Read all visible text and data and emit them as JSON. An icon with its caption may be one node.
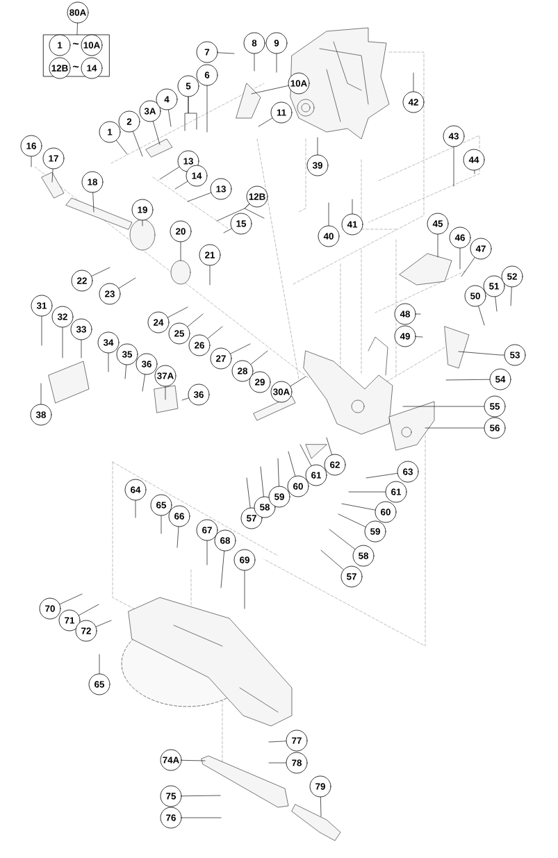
{
  "diagram": {
    "nodes": [
      {
        "text": [
          "80A"
        ]
      },
      {
        "text": [],
        "shape": "box"
      },
      {
        "text": [
          "1"
        ],
        "in": 1
      },
      {
        "text": [
          "10A"
        ],
        "in": 1
      },
      {
        "text": [
          "12B"
        ],
        "in": 1
      },
      {
        "text": [
          "14"
        ],
        "in": 1
      },
      {
        "text": [
          "7"
        ]
      },
      {
        "text": [
          "8"
        ]
      },
      {
        "text": [
          "9"
        ]
      },
      {
        "text": [
          "10A"
        ]
      },
      {
        "text": [
          "11"
        ]
      },
      {
        "text": [
          "1"
        ]
      },
      {
        "text": [
          "2"
        ]
      },
      {
        "text": [
          "3A"
        ]
      },
      {
        "text": [
          "4"
        ]
      },
      {
        "text": [
          "5"
        ]
      },
      {
        "text": [
          "6"
        ]
      },
      {
        "text": [
          "13"
        ]
      },
      {
        "text": [
          "14"
        ]
      },
      {
        "text": [
          "13"
        ]
      },
      {
        "text": [
          "12B"
        ]
      },
      {
        "text": [
          "15"
        ]
      },
      {
        "text": [
          "16"
        ]
      },
      {
        "text": [
          "17"
        ]
      },
      {
        "text": [
          "18"
        ]
      },
      {
        "text": [
          "19"
        ]
      },
      {
        "text": [
          "20"
        ]
      },
      {
        "text": [
          "21"
        ]
      },
      {
        "text": [
          "22"
        ]
      },
      {
        "text": [
          "23"
        ]
      },
      {
        "text": [
          "24"
        ]
      },
      {
        "text": [
          "25"
        ]
      },
      {
        "text": [
          "26"
        ]
      },
      {
        "text": [
          "27"
        ]
      },
      {
        "text": [
          "28"
        ]
      },
      {
        "text": [
          "29"
        ]
      },
      {
        "text": [
          "30A"
        ]
      },
      {
        "text": [
          "31"
        ]
      },
      {
        "text": [
          "32"
        ]
      },
      {
        "text": [
          "33"
        ]
      },
      {
        "text": [
          "34"
        ]
      },
      {
        "text": [
          "35"
        ]
      },
      {
        "text": [
          "36"
        ]
      },
      {
        "text": [
          "37A"
        ]
      },
      {
        "text": [
          "36"
        ]
      },
      {
        "text": [
          "38"
        ]
      },
      {
        "text": [
          "39"
        ]
      },
      {
        "text": [
          "40"
        ]
      },
      {
        "text": [
          "41"
        ]
      },
      {
        "text": [
          "42"
        ]
      },
      {
        "text": [
          "43"
        ]
      },
      {
        "text": [
          "44"
        ]
      },
      {
        "text": [
          "45"
        ]
      },
      {
        "text": [
          "46"
        ]
      },
      {
        "text": [
          "47"
        ]
      },
      {
        "text": [
          "48"
        ]
      },
      {
        "text": [
          "49"
        ]
      },
      {
        "text": [
          "50"
        ]
      },
      {
        "text": [
          "51"
        ]
      },
      {
        "text": [
          "52"
        ]
      },
      {
        "text": [
          "53"
        ]
      },
      {
        "text": [
          "54"
        ]
      },
      {
        "text": [
          "55"
        ]
      },
      {
        "text": [
          "56"
        ]
      },
      {
        "text": [
          "57"
        ]
      },
      {
        "text": [
          "58"
        ]
      },
      {
        "text": [
          "59"
        ]
      },
      {
        "text": [
          "60"
        ]
      },
      {
        "text": [
          "61"
        ]
      },
      {
        "text": [
          "62"
        ]
      },
      {
        "text": [
          "63"
        ]
      },
      {
        "text": [
          "61"
        ]
      },
      {
        "text": [
          "60"
        ]
      },
      {
        "text": [
          "59"
        ]
      },
      {
        "text": [
          "58"
        ]
      },
      {
        "text": [
          "57"
        ]
      },
      {
        "text": [
          "64"
        ]
      },
      {
        "text": [
          "65"
        ]
      },
      {
        "text": [
          "66"
        ]
      },
      {
        "text": [
          "67"
        ]
      },
      {
        "text": [
          "68"
        ]
      },
      {
        "text": [
          "69"
        ]
      },
      {
        "text": [
          "70"
        ]
      },
      {
        "text": [
          "71"
        ]
      },
      {
        "text": [
          "72"
        ]
      },
      {
        "text": [
          "65"
        ]
      },
      {
        "text": [
          "74A"
        ]
      },
      {
        "text": [
          "75"
        ]
      },
      {
        "text": [
          "76"
        ]
      },
      {
        "text": [
          "77"
        ]
      },
      {
        "text": [
          "78"
        ]
      },
      {
        "text": [
          "79"
        ]
      }
    ],
    "edges": [
      {
        "from": 0,
        "to": 1,
        "arrow": "none"
      },
      {
        "from": 6,
        "to": null,
        "arrow": "none"
      },
      {
        "from": 7,
        "to": null,
        "arrow": "none"
      },
      {
        "from": 8,
        "to": null,
        "arrow": "none"
      },
      {
        "from": 9,
        "to": null,
        "arrow": "none"
      },
      {
        "from": 10,
        "to": null,
        "arrow": "none"
      },
      {
        "from": 11,
        "to": null,
        "arrow": "none"
      },
      {
        "from": 12,
        "to": null,
        "arrow": "none"
      },
      {
        "from": 13,
        "to": null,
        "arrow": "none"
      },
      {
        "from": 14,
        "to": null,
        "arrow": "none"
      },
      {
        "from": 15,
        "to": null,
        "arrow": "none"
      },
      {
        "from": 16,
        "to": null,
        "arrow": "none"
      },
      {
        "from": 17,
        "to": null,
        "arrow": "none"
      },
      {
        "from": 18,
        "to": null,
        "arrow": "none"
      },
      {
        "from": 19,
        "to": null,
        "arrow": "none"
      },
      {
        "from": 20,
        "to": null,
        "arrow": "none"
      },
      {
        "from": 21,
        "to": null,
        "arrow": "none"
      },
      {
        "from": 22,
        "to": null,
        "arrow": "none"
      },
      {
        "from": 23,
        "to": null,
        "arrow": "none"
      },
      {
        "from": 24,
        "to": null,
        "arrow": "none"
      },
      {
        "from": 25,
        "to": null,
        "arrow": "none"
      },
      {
        "from": 26,
        "to": null,
        "arrow": "none"
      },
      {
        "from": 27,
        "to": null,
        "arrow": "none"
      },
      {
        "from": 28,
        "to": null,
        "arrow": "none"
      },
      {
        "from": 29,
        "to": null,
        "arrow": "none"
      },
      {
        "from": 30,
        "to": null,
        "arrow": "none"
      },
      {
        "from": 31,
        "to": null,
        "arrow": "none"
      },
      {
        "from": 32,
        "to": null,
        "arrow": "none"
      },
      {
        "from": 33,
        "to": null,
        "arrow": "none"
      },
      {
        "from": 34,
        "to": null,
        "arrow": "none"
      },
      {
        "from": 36,
        "to": null,
        "arrow": "none"
      },
      {
        "from": 37,
        "to": null,
        "arrow": "none"
      },
      {
        "from": 38,
        "to": null,
        "arrow": "none"
      },
      {
        "from": 39,
        "to": null,
        "arrow": "none"
      },
      {
        "from": 40,
        "to": null,
        "arrow": "none"
      },
      {
        "from": 41,
        "to": null,
        "arrow": "none"
      },
      {
        "from": 42,
        "to": null,
        "arrow": "none"
      },
      {
        "from": 43,
        "to": null,
        "arrow": "none"
      },
      {
        "from": 44,
        "to": null,
        "arrow": "none"
      },
      {
        "from": 45,
        "to": null,
        "arrow": "none"
      },
      {
        "from": 46,
        "to": null,
        "arrow": "none"
      },
      {
        "from": 47,
        "to": null,
        "arrow": "none"
      },
      {
        "from": 48,
        "to": null,
        "arrow": "none"
      },
      {
        "from": 49,
        "to": null,
        "arrow": "none"
      },
      {
        "from": 50,
        "to": null,
        "arrow": "none"
      },
      {
        "from": 51,
        "to": null,
        "arrow": "none"
      },
      {
        "from": 52,
        "to": null,
        "arrow": "none"
      },
      {
        "from": 53,
        "to": null,
        "arrow": "none"
      },
      {
        "from": 54,
        "to": null,
        "arrow": "none"
      },
      {
        "from": 55,
        "to": null,
        "arrow": "none"
      },
      {
        "from": 56,
        "to": null,
        "arrow": "none"
      },
      {
        "from": 57,
        "to": null,
        "arrow": "none"
      },
      {
        "from": 58,
        "to": null,
        "arrow": "none"
      },
      {
        "from": 59,
        "to": null,
        "arrow": "none"
      },
      {
        "from": 60,
        "to": null,
        "arrow": "none"
      },
      {
        "from": 61,
        "to": null,
        "arrow": "none"
      },
      {
        "from": 62,
        "to": null,
        "arrow": "none"
      },
      {
        "from": 63,
        "to": null,
        "arrow": "none"
      },
      {
        "from": 64,
        "to": null,
        "arrow": "none"
      },
      {
        "from": 65,
        "to": null,
        "arrow": "none"
      },
      {
        "from": 66,
        "to": null,
        "arrow": "none"
      },
      {
        "from": 67,
        "to": null,
        "arrow": "none"
      },
      {
        "from": 68,
        "to": null,
        "arrow": "none"
      },
      {
        "from": 69,
        "to": null,
        "arrow": "none"
      },
      {
        "from": 70,
        "to": null,
        "arrow": "none"
      },
      {
        "from": 71,
        "to": null,
        "arrow": "none"
      },
      {
        "from": 72,
        "to": null,
        "arrow": "none"
      },
      {
        "from": 73,
        "to": null,
        "arrow": "none"
      },
      {
        "from": 74,
        "to": null,
        "arrow": "none"
      },
      {
        "from": 75,
        "to": null,
        "arrow": "none"
      },
      {
        "from": 76,
        "to": null,
        "arrow": "none"
      },
      {
        "from": 77,
        "to": null,
        "arrow": "none"
      },
      {
        "from": 78,
        "to": null,
        "arrow": "none"
      },
      {
        "from": 79,
        "to": null,
        "arrow": "none"
      },
      {
        "from": 80,
        "to": null,
        "arrow": "none"
      },
      {
        "from": 81,
        "to": null,
        "arrow": "none"
      },
      {
        "from": 82,
        "to": null,
        "arrow": "none"
      },
      {
        "from": 83,
        "to": null,
        "arrow": "none"
      },
      {
        "from": 84,
        "to": null,
        "arrow": "none"
      },
      {
        "from": 85,
        "to": null,
        "arrow": "none"
      },
      {
        "from": 86,
        "to": null,
        "arrow": "none"
      },
      {
        "from": 87,
        "to": null,
        "arrow": "none"
      },
      {
        "from": 88,
        "to": null,
        "arrow": "none"
      },
      {
        "from": 89,
        "to": null,
        "arrow": "none"
      },
      {
        "from": 90,
        "to": null,
        "arrow": "none"
      },
      {
        "from": 91,
        "to": null,
        "arrow": "none"
      },
      {
        "from": 15,
        "to": null,
        "arrow": "none"
      },
      {
        "from": 20,
        "to": null,
        "arrow": "none"
      }
    ],
    "labels": [
      "~",
      "~"
    ]
  }
}
